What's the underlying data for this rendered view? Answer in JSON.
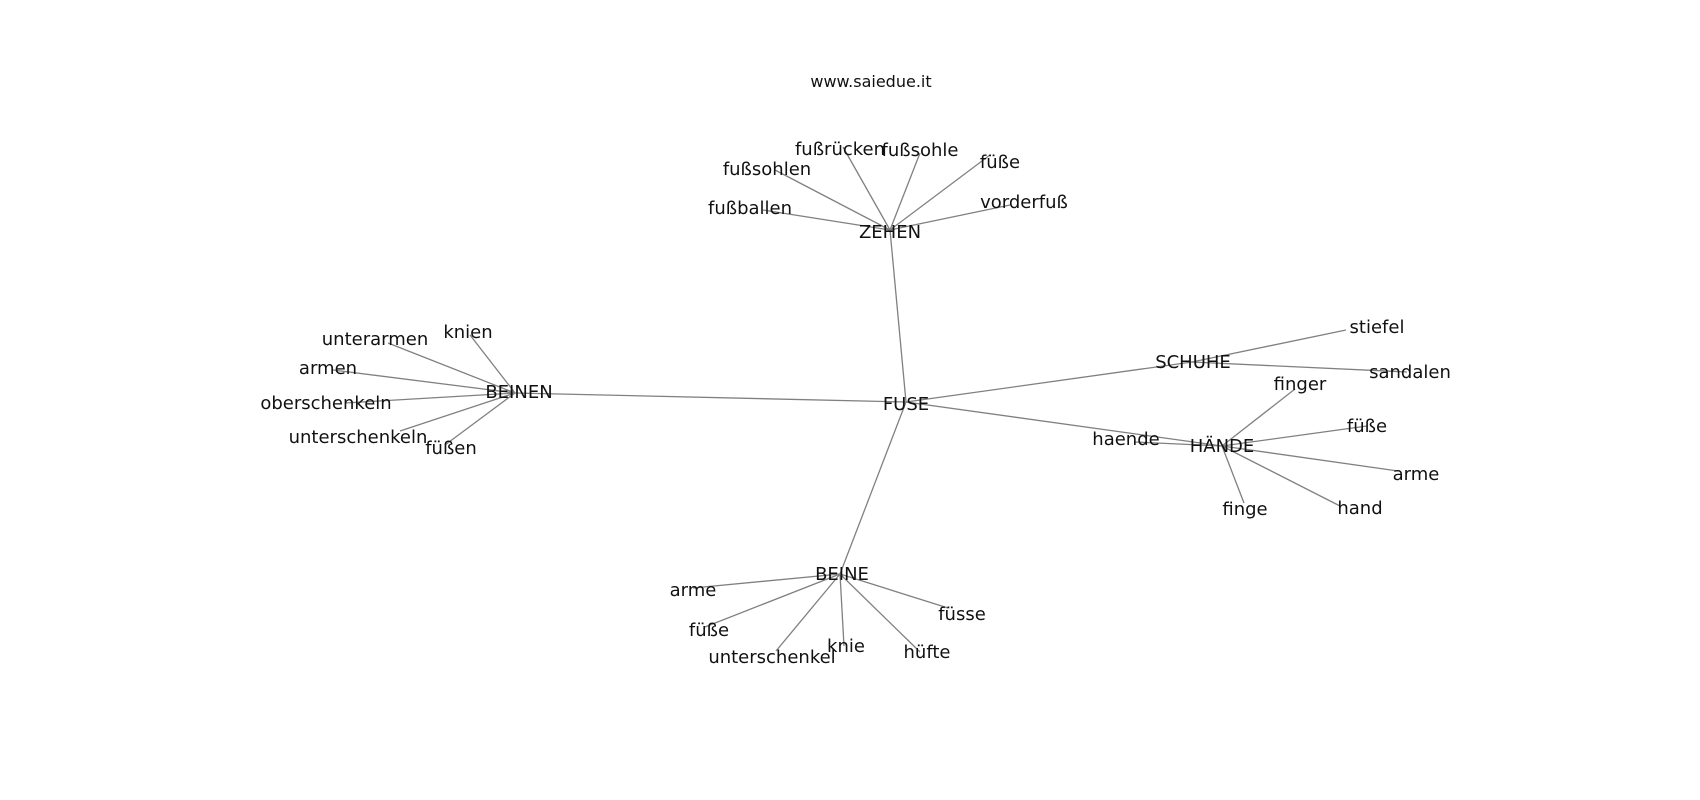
{
  "site": "www.saiedue.it",
  "graph": {
    "root": "FUSE",
    "hubs": [
      {
        "id": "zehen",
        "label": "ZEHEN",
        "leaves": [
          "fußballen",
          "fußsohlen",
          "fußrücken",
          "fußsohle",
          "füße",
          "vorderfuß"
        ]
      },
      {
        "id": "beinen",
        "label": "BEINEN",
        "leaves": [
          "unterarmen",
          "knien",
          "armen",
          "oberschenkeln",
          "unterschenkeln",
          "füßen"
        ]
      },
      {
        "id": "schuhe",
        "label": "SCHUHE",
        "leaves": [
          "stiefel",
          "sandalen"
        ]
      },
      {
        "id": "haende",
        "label": "HÄNDE",
        "leaves": [
          "haende",
          "finger",
          "füße",
          "arme",
          "hand",
          "finge"
        ]
      },
      {
        "id": "beine",
        "label": "BEINE",
        "leaves": [
          "arme",
          "füße",
          "unterschenkel",
          "knie",
          "hüfte",
          "füsse"
        ]
      }
    ]
  }
}
